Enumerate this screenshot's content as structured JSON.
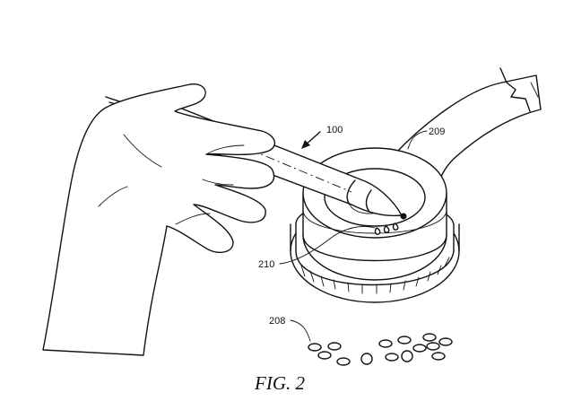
{
  "figure": {
    "caption": "FIG. 2",
    "labels": {
      "device": "100",
      "surface": "209",
      "dispensed": "210",
      "pile": "208"
    }
  }
}
